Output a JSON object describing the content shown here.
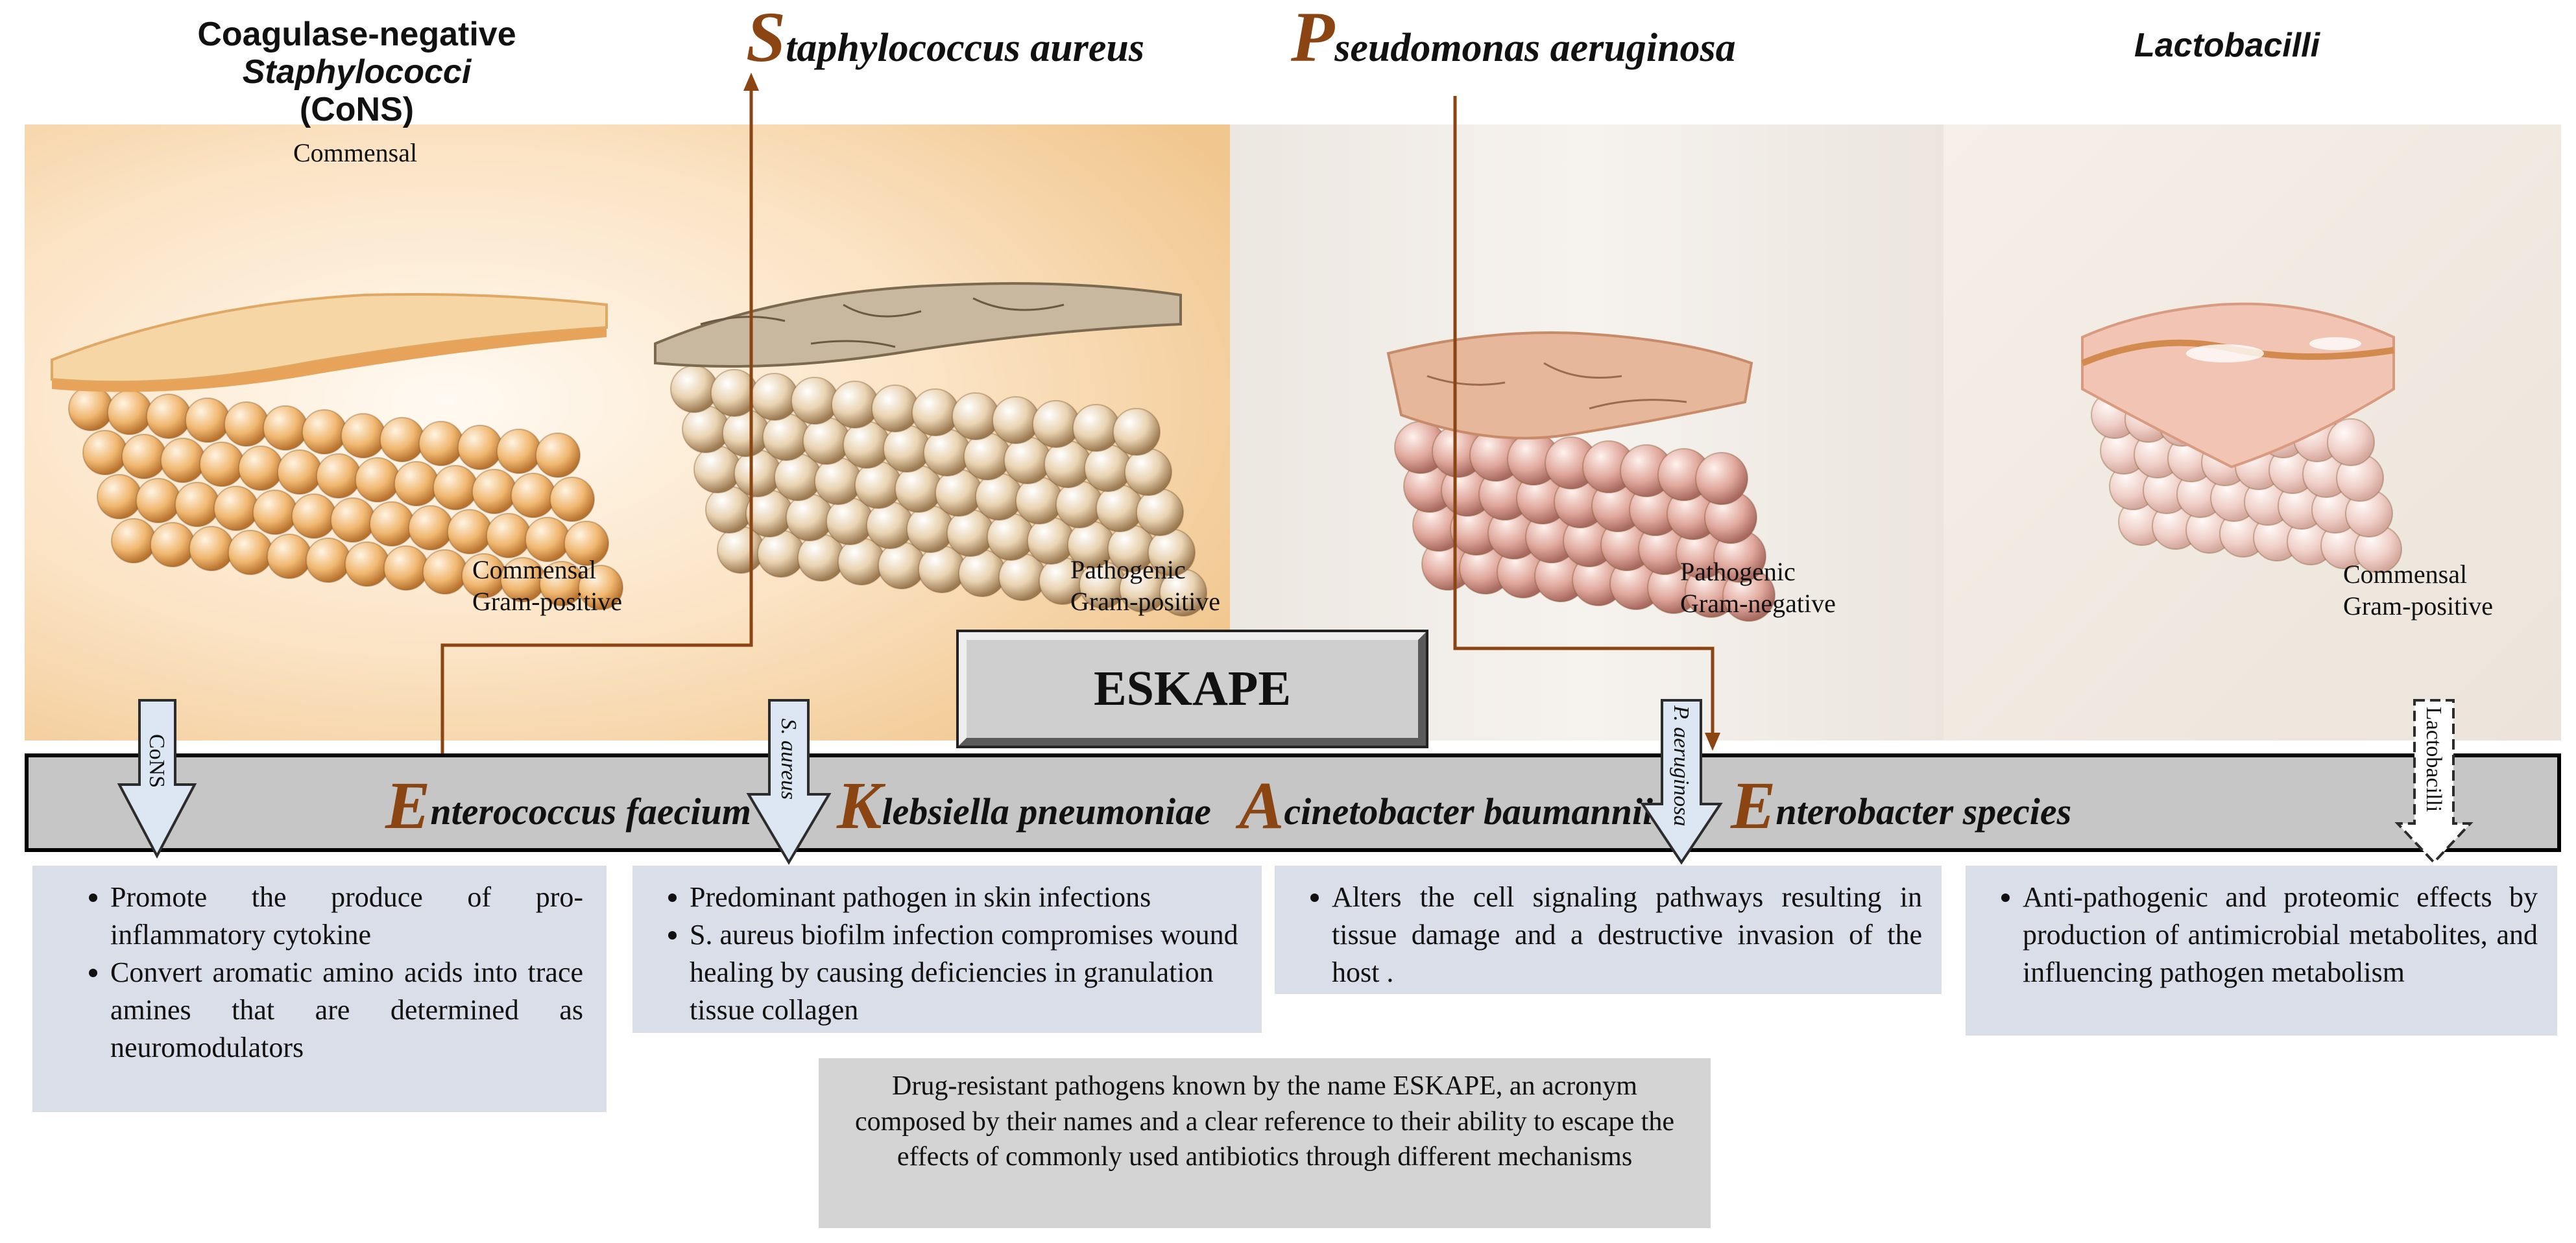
{
  "headers": {
    "cons_line1_prefix": "Coagulase-negative ",
    "cons_line1_italic": "Staphylococci",
    "cons_line2": "(CoNS)",
    "saureus_cap": "S",
    "saureus_rest": "taphylococcus aureus",
    "paeruginosa_cap": "P",
    "paeruginosa_rest": "seudomonas aeruginosa",
    "lactobacilli": "Lactobacilli"
  },
  "image_labels": {
    "commensal_top": "Commensal",
    "cons": [
      "Commensal",
      "Gram-positive"
    ],
    "saureus": [
      "Pathogenic",
      "Gram-positive"
    ],
    "paeruginosa": [
      "Pathogenic",
      "Gram-negative"
    ],
    "lactobacilli": [
      "Commensal",
      "Gram-positive"
    ]
  },
  "eskape_label": "ESKAPE",
  "band_items": [
    {
      "cap": "E",
      "rest": "nterococcus faecium"
    },
    {
      "cap": "K",
      "rest": "lebsiella pneumoniae"
    },
    {
      "cap": "A",
      "rest": "cinetobacter baumannii"
    },
    {
      "cap": "E",
      "rest": "nterobacter species"
    }
  ],
  "arrow_labels": {
    "cons": "CoNS",
    "saureus": "S. aureus",
    "paeruginosa": "P. aeruginosa",
    "lactobacilli": "Lactobacilli"
  },
  "info_boxes": {
    "cons": [
      "Promote the produce of pro-inflammatory cytokine",
      "Convert aromatic amino acids into trace amines that are determined as neuromodulators"
    ],
    "saureus": [
      "Predominant pathogen in skin infections",
      "S. aureus biofilm infection compromises wound healing by causing deficiencies in granulation tissue collagen"
    ],
    "paeruginosa": [
      "Alters the cell signaling pathways resulting in tissue damage and a destructive invasion of the host ."
    ],
    "lactobacilli": [
      "Anti-pathogenic and proteomic effects by production of antimicrobial metabolites, and influencing pathogen metabolism"
    ]
  },
  "footer_note": "Drug-resistant pathogens  known by the name ESKAPE, an acronym composed by their names and a clear reference to their ability to escape the effects of commonly used antibiotics through different mechanisms",
  "colors": {
    "accent_brown": "#8b4513",
    "info_box_bg": "#d9dee8",
    "band_gray": "#c6c6c6",
    "arrow_fill": "#dde6f3",
    "arrow_stroke": "#2c2c2c"
  },
  "icons": [
    "skin-layer-illustration",
    "down-arrow-icon"
  ]
}
